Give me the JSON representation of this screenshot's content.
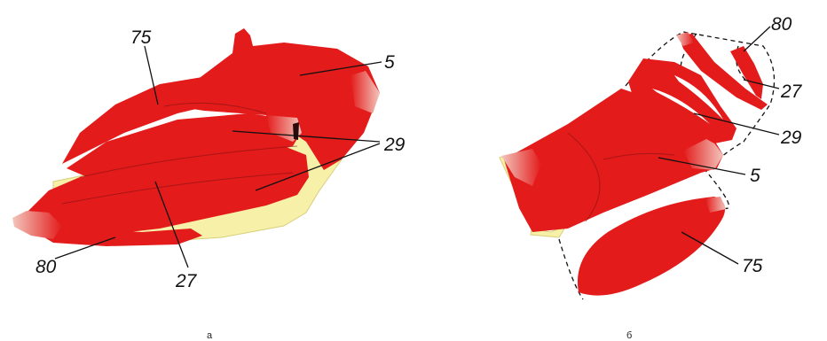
{
  "labels": {
    "a_75": "75",
    "a_5": "5",
    "a_29": "29",
    "a_80": "80",
    "a_27": "27",
    "b_80": "80",
    "b_27": "27",
    "b_29": "29",
    "b_5": "5",
    "b_75": "75"
  },
  "captions": {
    "left": "а",
    "right": "б"
  },
  "colors": {
    "muscle": "#e31b1b",
    "muscle_dark": "#c41212",
    "fat": "#f6f0a8",
    "fat_edge": "#d9cf7a",
    "highlight": "#f3c6bd"
  }
}
